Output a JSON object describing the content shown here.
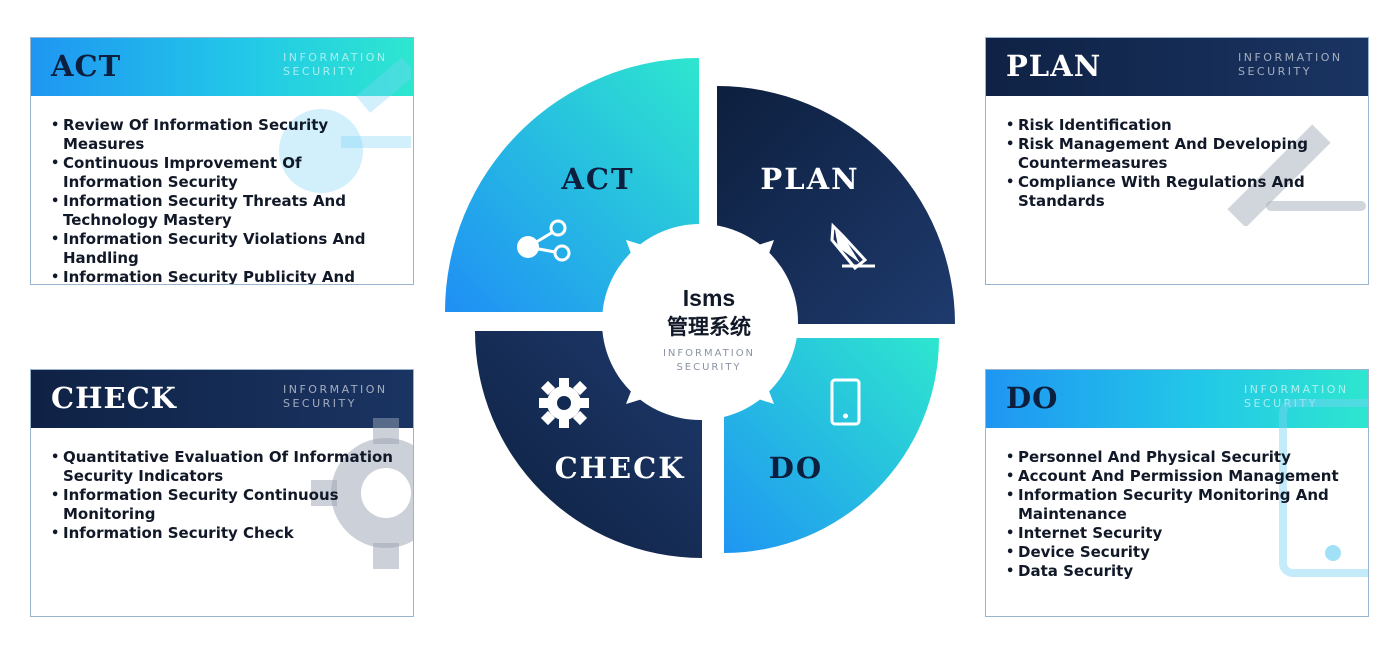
{
  "center": {
    "title": "Isms",
    "title_cn": "管理系统",
    "subtitle_line1": "INFORMATION",
    "subtitle_line2": "SECURITY"
  },
  "quadrants": [
    {
      "key": "act",
      "label": "ACT",
      "icon": "share-icon"
    },
    {
      "key": "plan",
      "label": "PLAN",
      "icon": "pencil-icon"
    },
    {
      "key": "check",
      "label": "CHECK",
      "icon": "gear-icon"
    },
    {
      "key": "do",
      "label": "DO",
      "icon": "phone-icon"
    }
  ],
  "cards": {
    "act": {
      "title": "ACT",
      "subtitle_line1": "INFORMATION",
      "subtitle_line2": "SECURITY",
      "items": [
        "Review Of Information Security Measures",
        "Continuous Improvement Of Information Security",
        "Information Security Threats And Technology Mastery",
        "Information Security Violations And Handling",
        "Information Security Publicity And Education Training"
      ]
    },
    "plan": {
      "title": "PLAN",
      "subtitle_line1": "INFORMATION",
      "subtitle_line2": "SECURITY",
      "items": [
        "Risk Identification",
        "Risk Management And Developing Countermeasures",
        "Compliance With Regulations And Standards"
      ]
    },
    "check": {
      "title": "CHECK",
      "subtitle_line1": "INFORMATION",
      "subtitle_line2": "SECURITY",
      "items": [
        "Quantitative Evaluation Of Information Security Indicators",
        "Information Security Continuous Monitoring",
        "Information Security Check"
      ]
    },
    "do": {
      "title": "DO",
      "subtitle_line1": "INFORMATION",
      "subtitle_line2": "SECURITY",
      "items": [
        "Personnel And Physical Security",
        "Account And Permission Management",
        "Information Security Monitoring And Maintenance",
        "Internet Security",
        "Device Security",
        "Data Security"
      ]
    }
  },
  "colors": {
    "dark_navy": "#0f2245",
    "cyan": "#22c7e8",
    "teal": "#2ee6cf",
    "blue": "#1f96f2",
    "text": "#111827"
  }
}
